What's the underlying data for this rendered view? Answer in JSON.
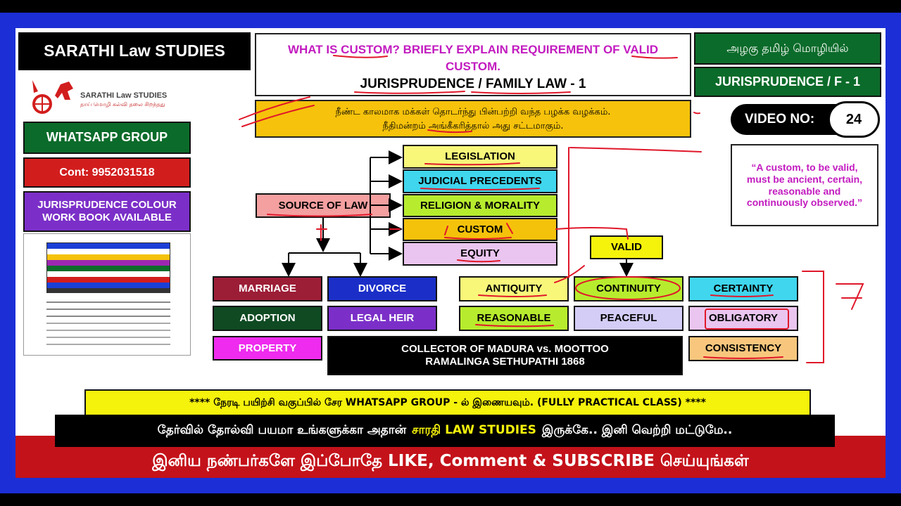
{
  "brand": {
    "title": "SARATHI Law STUDIES",
    "logo_name": "SARATHI Law STUDIES",
    "logo_tagline": "தாய் மொழி கல்வி தலை சிறந்தது"
  },
  "sidebar": {
    "whatsapp": "WHATSAPP GROUP",
    "contact": "Cont: 9952031518",
    "workbook": "JURISPRUDENCE COLOUR WORK BOOK AVAILABLE"
  },
  "question": {
    "line1": "WHAT IS CUSTOM? BRIEFLY EXPLAIN REQUIREMENT OF VALID",
    "line2": "CUSTOM.",
    "subject": "JURISPRUDENCE / FAMILY LAW - 1"
  },
  "definition": {
    "line1": "நீண்ட காலமாக மக்கள் தொடர்ந்து பின்பற்றி வந்த பழக்க வழக்கம்.",
    "line2": "நீதிமன்றம் அங்கீகரித்தால் அது சட்டமாகும்."
  },
  "right_panel": {
    "tamil_tag": "அழகு தமிழ் மொழியில்",
    "course": "JURISPRUDENCE / F - 1",
    "video_label": "VIDEO NO:",
    "video_number": "24",
    "quote": "“A custom, to be valid, must be ancient, certain, reasonable and continuously observed.”"
  },
  "diagram": {
    "source": "SOURCE OF LAW",
    "sources": [
      "LEGISLATION",
      "JUDICIAL PRECEDENTS",
      "RELIGION & MORALITY",
      "CUSTOM",
      "EQUITY"
    ],
    "valid": "VALID",
    "areas": [
      "MARRIAGE",
      "DIVORCE",
      "ADOPTION",
      "LEGAL HEIR",
      "PROPERTY"
    ],
    "case": "COLLECTOR OF MADURA vs. MOOTTOO RAMALINGA SETHUPATHI 1868",
    "requirements": [
      "ANTIQUITY",
      "CONTINUITY",
      "CERTAINTY",
      "REASONABLE",
      "PEACEFUL",
      "OBLIGATORY",
      "CONSISTENCY"
    ],
    "count_annotation": "7"
  },
  "banners": {
    "invite": "**** நேரடி பயிற்சி வகுப்பில் சேர WHATSAPP GROUP - ல் இணையவும். (FULLY PRACTICAL CLASS) ****",
    "motto_before": "தேர்வில் தோல்வி பயமா உங்களுக்கா அதான்",
    "motto_brand": "சாரதி LAW STUDIES",
    "motto_after": "இருக்கே.. இனி வெற்றி மட்டுமே..",
    "subscribe": "இனிய நண்பர்களே இப்போதே LIKE, Comment & SUBSCRIBE செய்யுங்கள்"
  },
  "colors": {
    "frame_blue": "#1c2fd6",
    "title_green": "#0b6b2a",
    "contact_red": "#d21d1d",
    "workbook_purple": "#7b2fc8",
    "question_magenta": "#c21bbf",
    "definition_yellow": "#f6c20b",
    "banner_yellow": "#f5f20c",
    "banner_red": "#c4121a",
    "annotation_red": "#e0182a"
  }
}
